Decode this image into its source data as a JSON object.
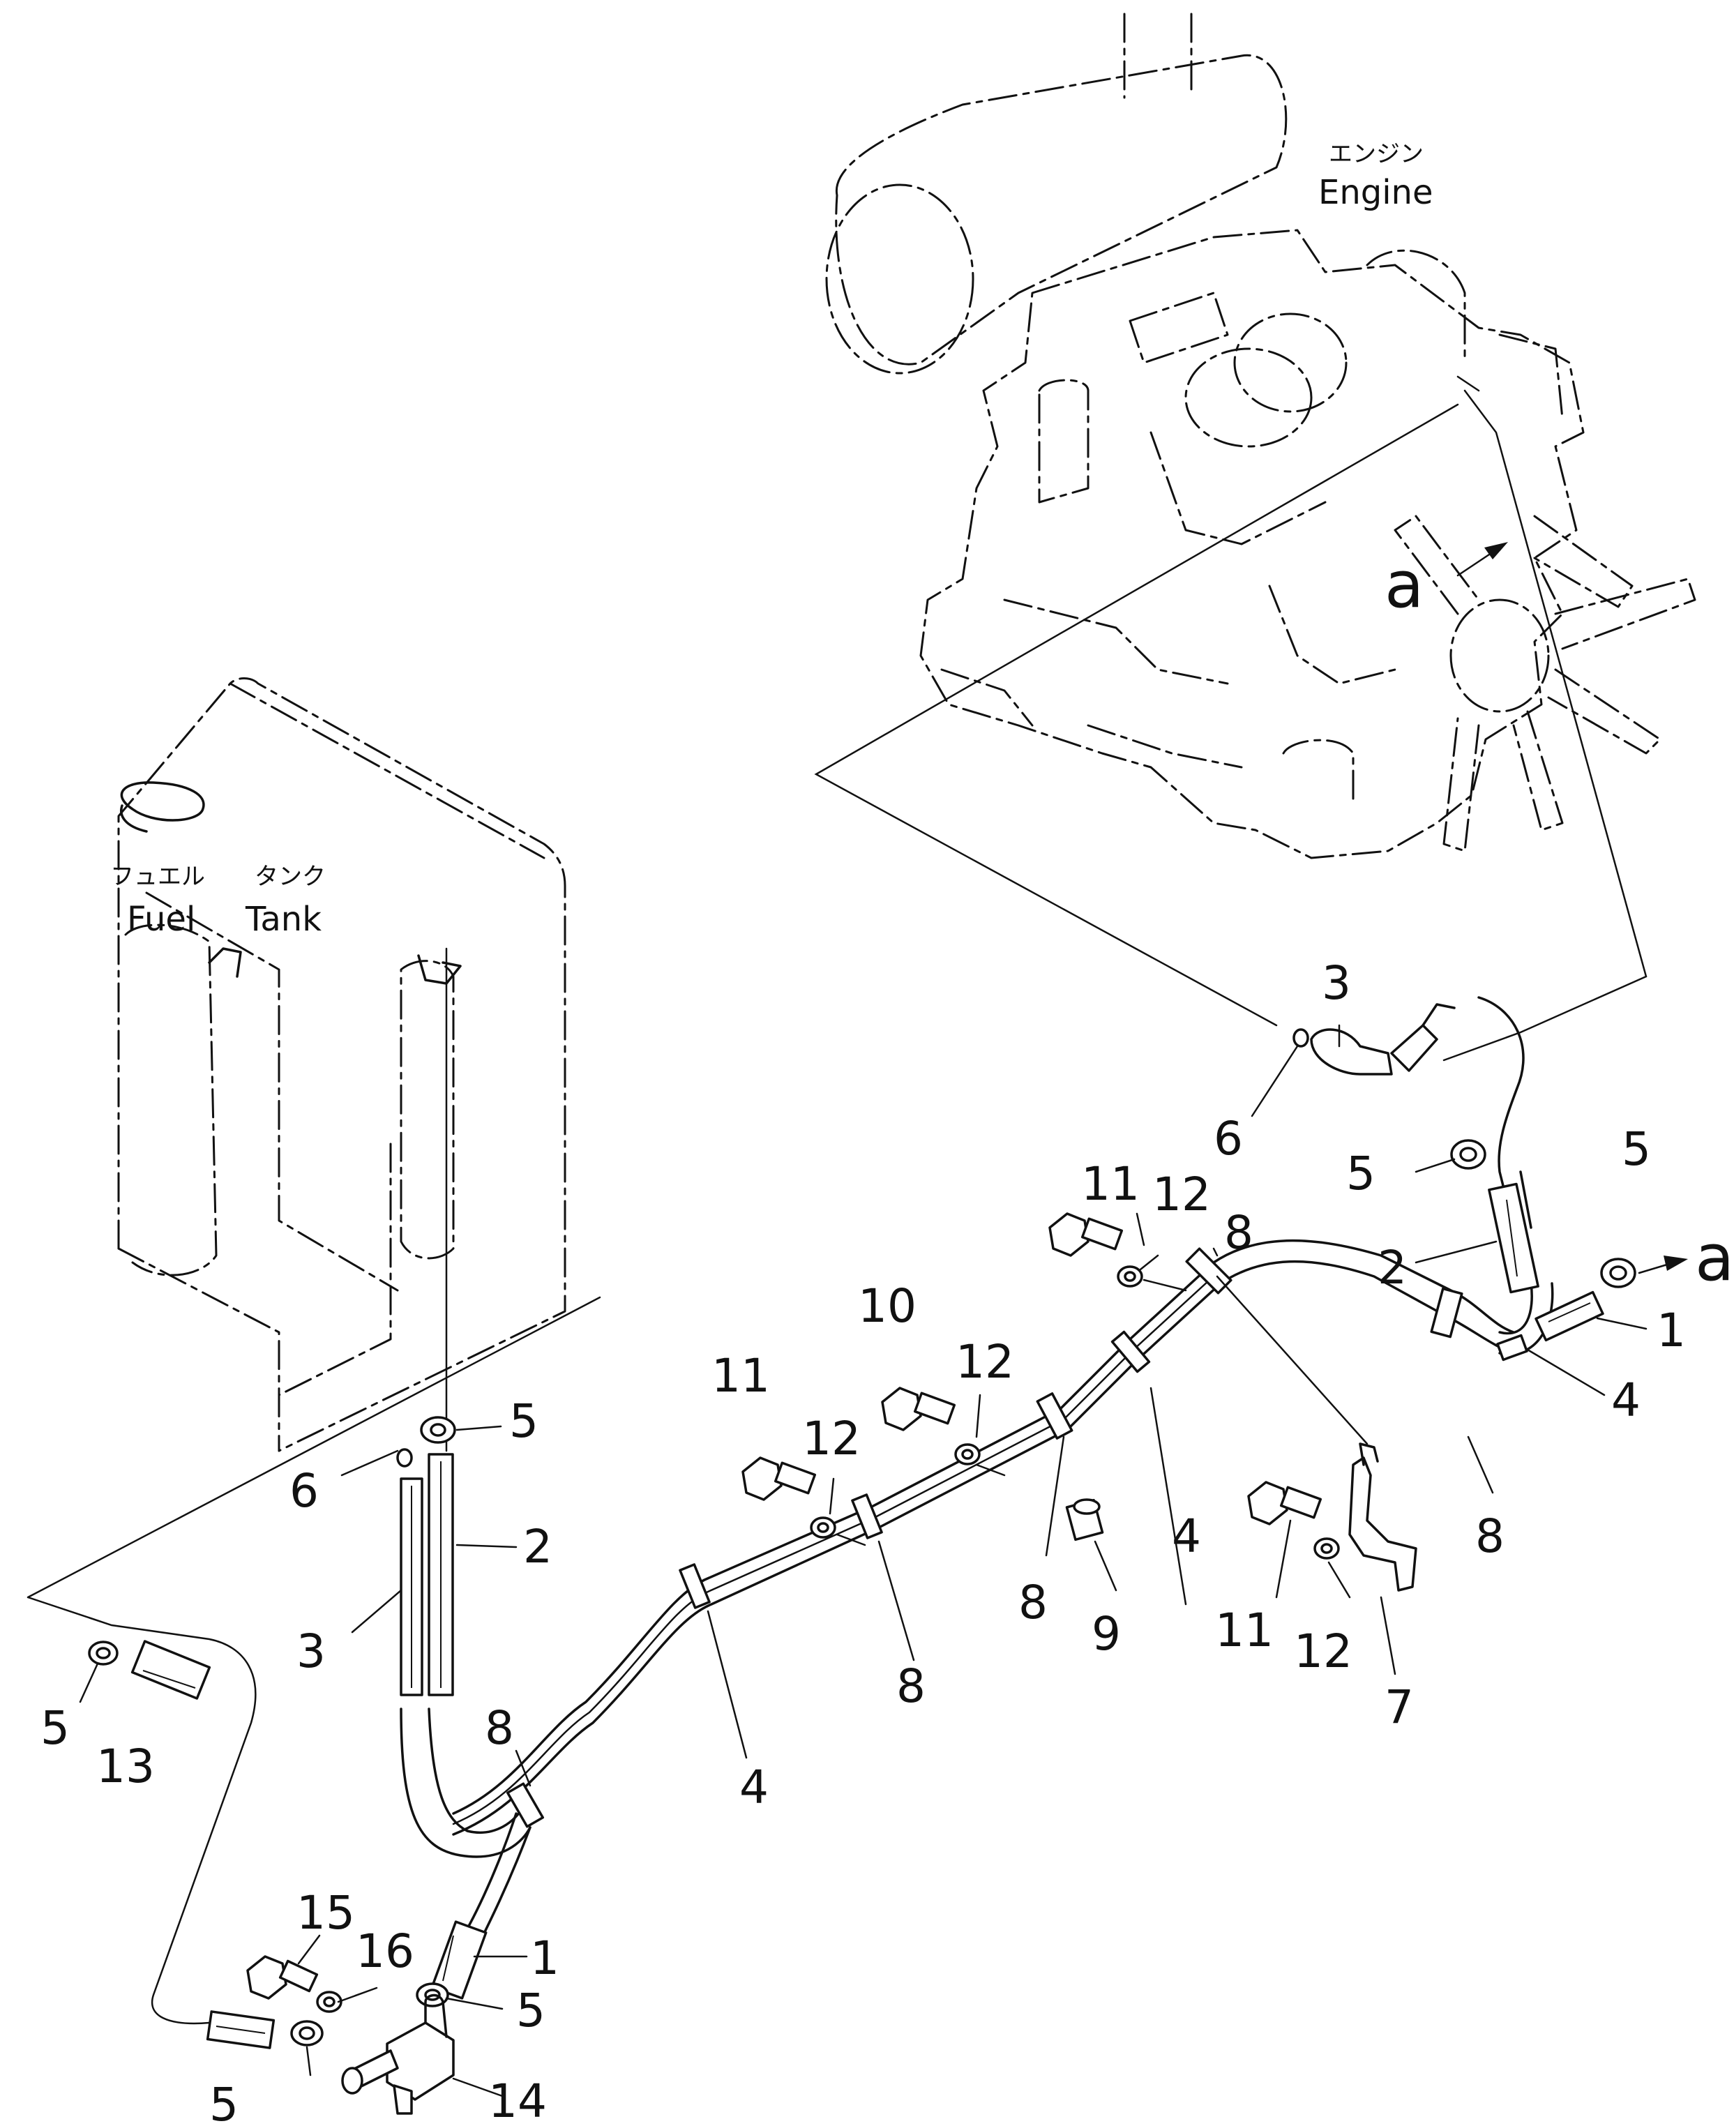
{
  "labels": {
    "engine_jp": "エンジン",
    "engine_en": "Engine",
    "fuel_jp": "フュエル",
    "tank_jp": "タンク",
    "fuel_en": "Fuel",
    "tank_en": "Tank",
    "view_ref": "a"
  },
  "callouts": [
    {
      "id": "c3-top",
      "text": "3"
    },
    {
      "id": "c6-top",
      "text": "6"
    },
    {
      "id": "c5-top",
      "text": "5"
    },
    {
      "id": "c11-a",
      "text": "11"
    },
    {
      "id": "c12-a",
      "text": "12"
    },
    {
      "id": "c8-top",
      "text": "8"
    },
    {
      "id": "c2-right",
      "text": "2"
    },
    {
      "id": "c5-right",
      "text": "5"
    },
    {
      "id": "c1-right",
      "text": "1"
    },
    {
      "id": "c4-right",
      "text": "4"
    },
    {
      "id": "c8-right",
      "text": "8"
    },
    {
      "id": "c10",
      "text": "10"
    },
    {
      "id": "c12-b",
      "text": "12"
    },
    {
      "id": "c11-b",
      "text": "11"
    },
    {
      "id": "c12-c",
      "text": "12"
    },
    {
      "id": "c4-mid",
      "text": "4"
    },
    {
      "id": "c8-mid",
      "text": "8"
    },
    {
      "id": "c9",
      "text": "9"
    },
    {
      "id": "c8-low",
      "text": "8"
    },
    {
      "id": "c11-c",
      "text": "11"
    },
    {
      "id": "c12-d",
      "text": "12"
    },
    {
      "id": "c7",
      "text": "7"
    },
    {
      "id": "c5-tank",
      "text": "5"
    },
    {
      "id": "c6-tank",
      "text": "6"
    },
    {
      "id": "c2-tank",
      "text": "2"
    },
    {
      "id": "c3-tank",
      "text": "3"
    },
    {
      "id": "c8-left",
      "text": "8"
    },
    {
      "id": "c4-low",
      "text": "4"
    },
    {
      "id": "c5-left",
      "text": "5"
    },
    {
      "id": "c13",
      "text": "13"
    },
    {
      "id": "c15",
      "text": "15"
    },
    {
      "id": "c16",
      "text": "16"
    },
    {
      "id": "c1-bottom",
      "text": "1"
    },
    {
      "id": "c5-bottom",
      "text": "5"
    },
    {
      "id": "c5-bottom-left",
      "text": "5"
    },
    {
      "id": "c14",
      "text": "14"
    }
  ]
}
